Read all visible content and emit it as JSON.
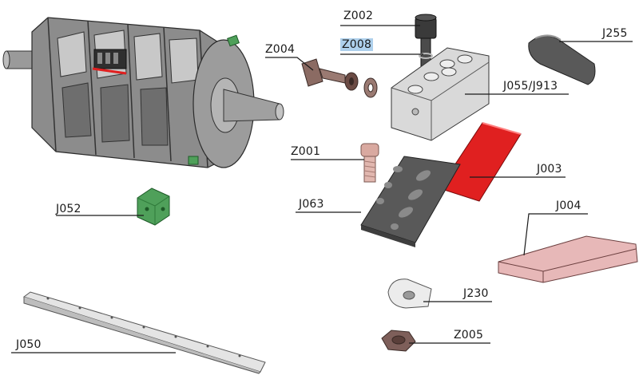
{
  "labels": {
    "z002": "Z002",
    "z008": "Z008",
    "z004": "Z004",
    "j255": "J255",
    "j055": "J055/J913",
    "z001": "Z001",
    "j003": "J003",
    "j063": "J063",
    "j052": "J052",
    "j004": "J004",
    "j230": "J230",
    "j050": "J050",
    "z005": "Z005"
  },
  "highlighted_label": "Z008",
  "colors": {
    "part_gray": "#8a8a8a",
    "part_light": "#d9d9d9",
    "part_dark": "#595959",
    "knife_red": "#e02020",
    "bolt_brown": "#8b6b63",
    "pad_pink": "#e7b8b8",
    "holder_green": "#4fa05a",
    "highlight": "#aed0ec"
  }
}
